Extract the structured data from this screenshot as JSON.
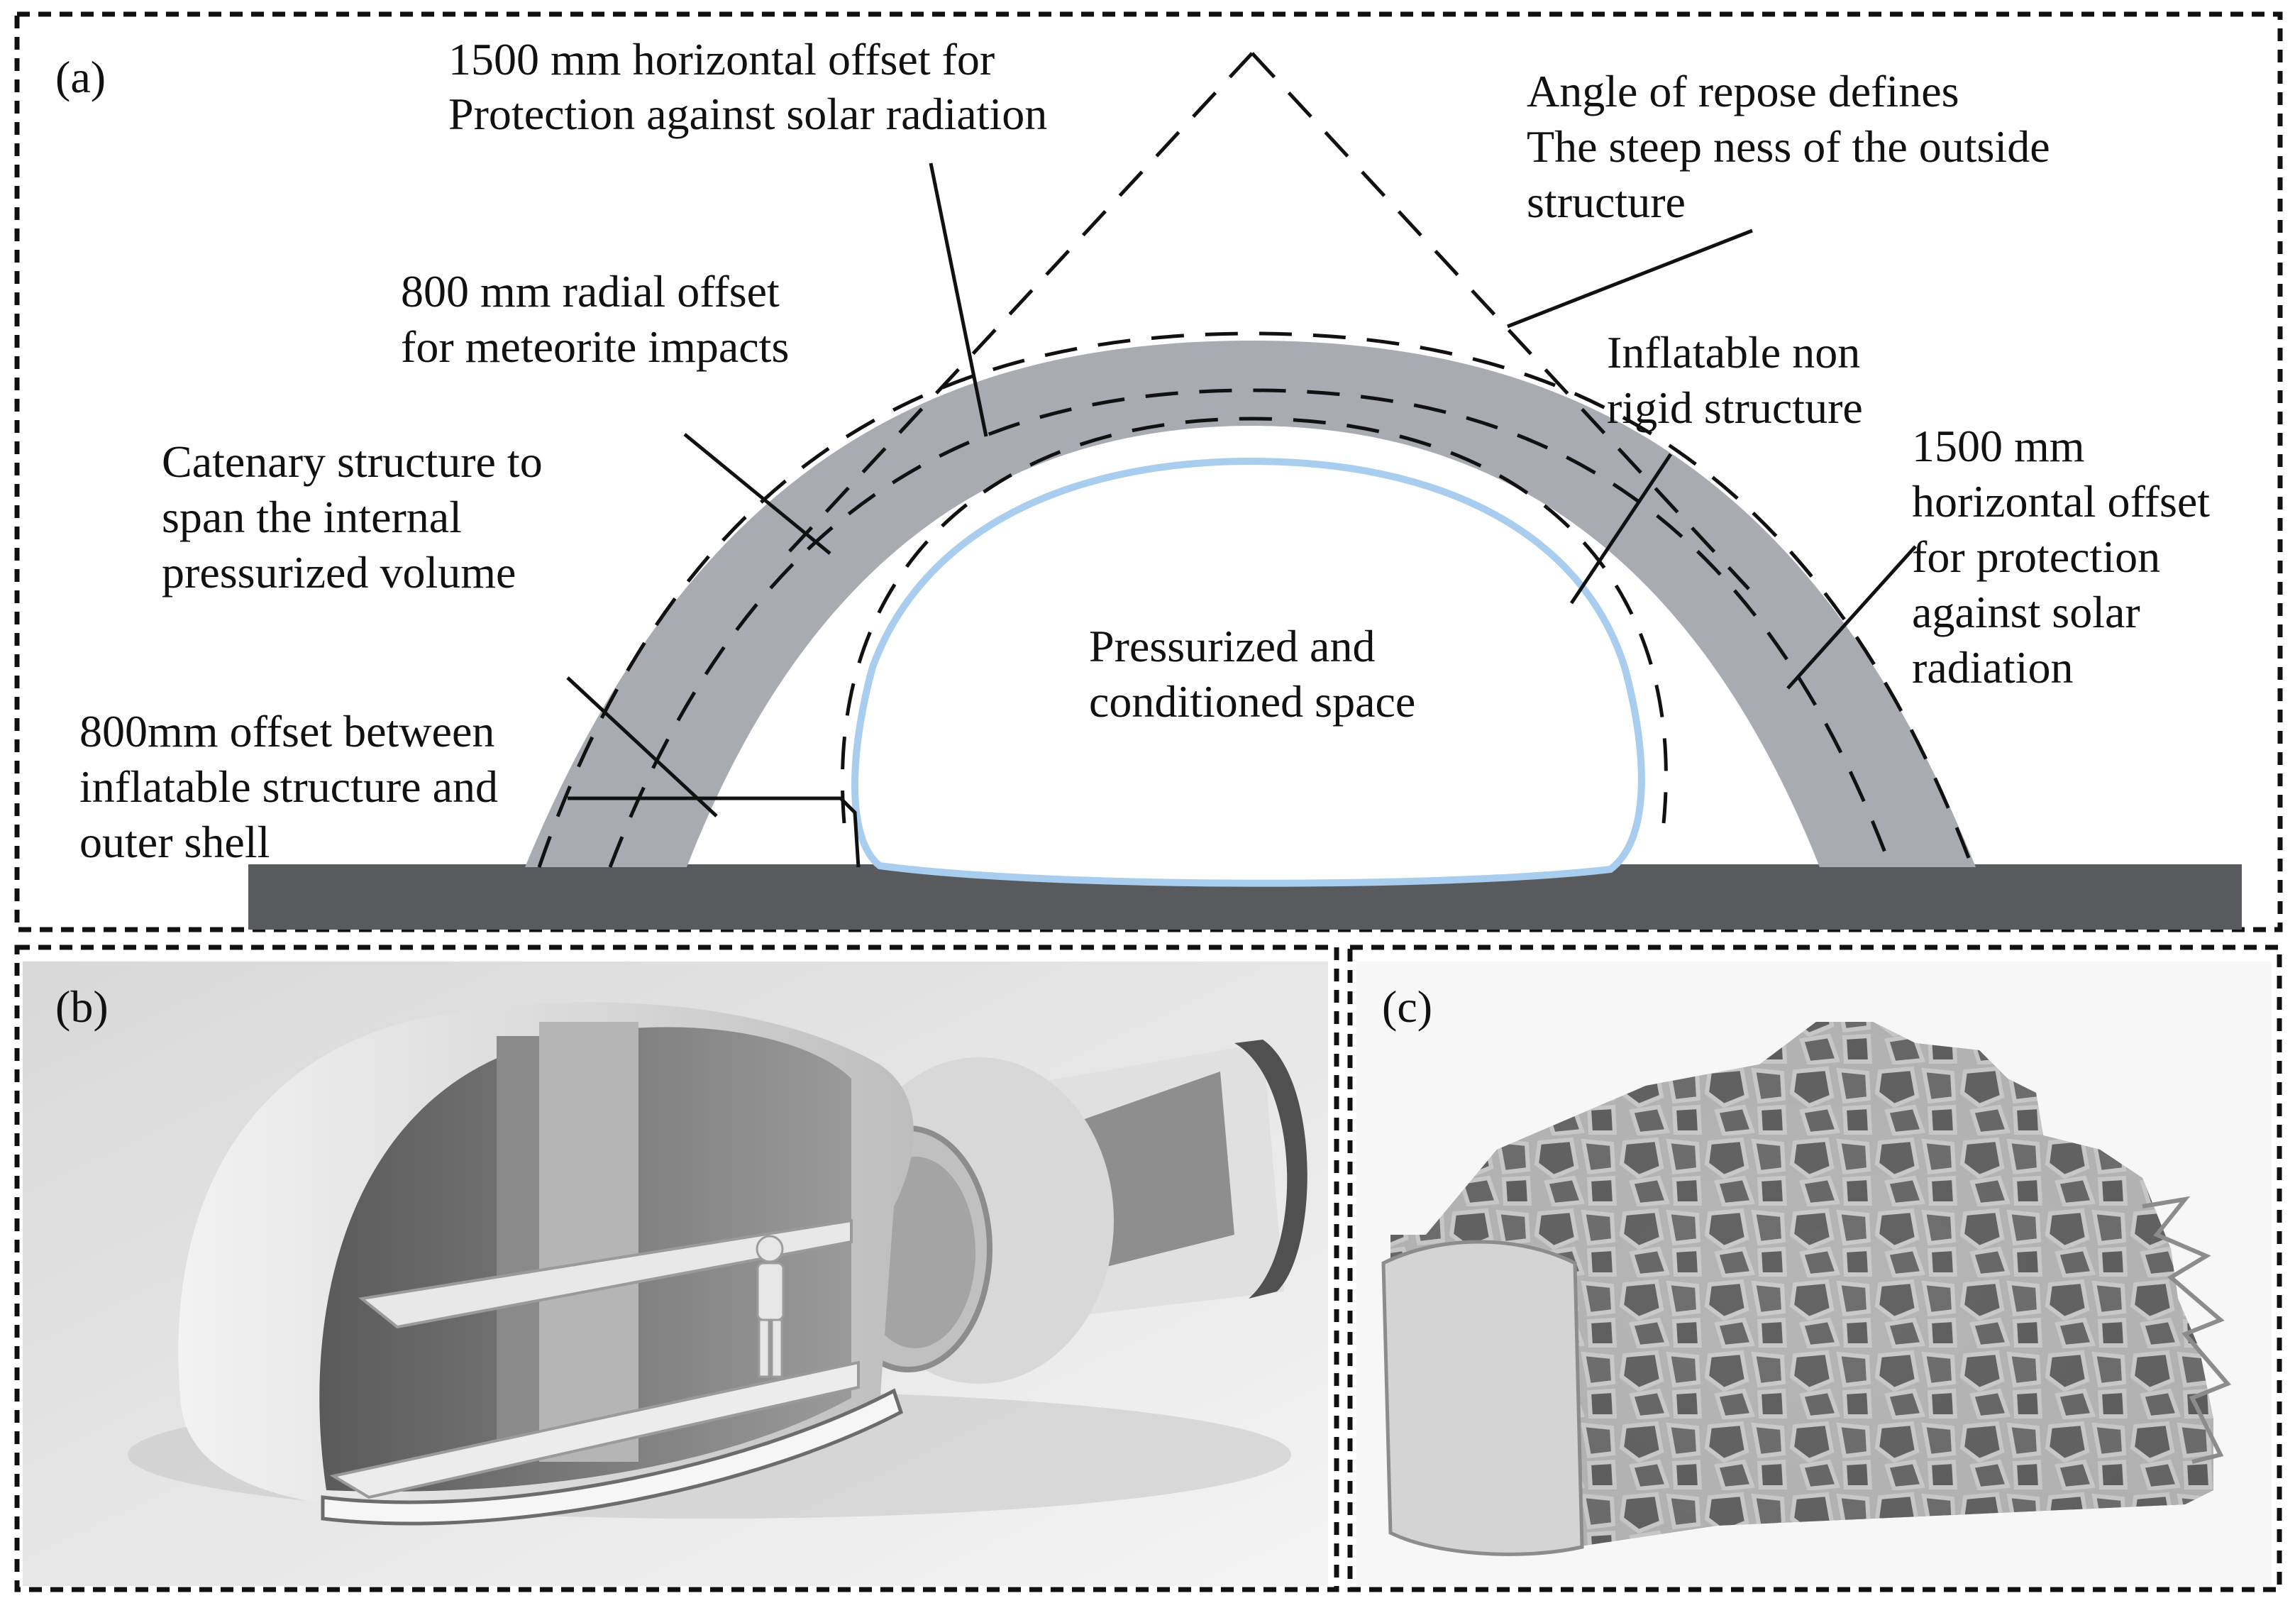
{
  "panels": {
    "a": {
      "tag": "(a)",
      "labels": {
        "solar_top_1": "1500 mm horizontal offset for",
        "solar_top_2": "Protection against solar radiation",
        "repose_1": "Angle of repose defines",
        "repose_2": "The steep ness of the outside",
        "repose_3": "structure",
        "radial_1": "800 mm radial offset",
        "radial_2": "for meteorite impacts",
        "inflatable_1": "Inflatable non",
        "inflatable_2": "rigid structure",
        "catenary_1": "Catenary structure to",
        "catenary_2": "span the internal",
        "catenary_3": "pressurized volume",
        "solar_right_1": "1500 mm",
        "solar_right_2": "horizontal offset",
        "solar_right_3": "for protection",
        "solar_right_4": "against solar",
        "solar_right_5": "radiation",
        "center_1": "Pressurized and",
        "center_2": "conditioned space",
        "offset_1": "800mm offset between",
        "offset_2": "inflatable structure and",
        "offset_3": "outer shell"
      },
      "colors": {
        "shell": "#a9abb3",
        "ground": "#595a5e",
        "inflatable": "#a8cdee"
      }
    },
    "b": {
      "tag": "(b)"
    },
    "c": {
      "tag": "(c)"
    }
  }
}
